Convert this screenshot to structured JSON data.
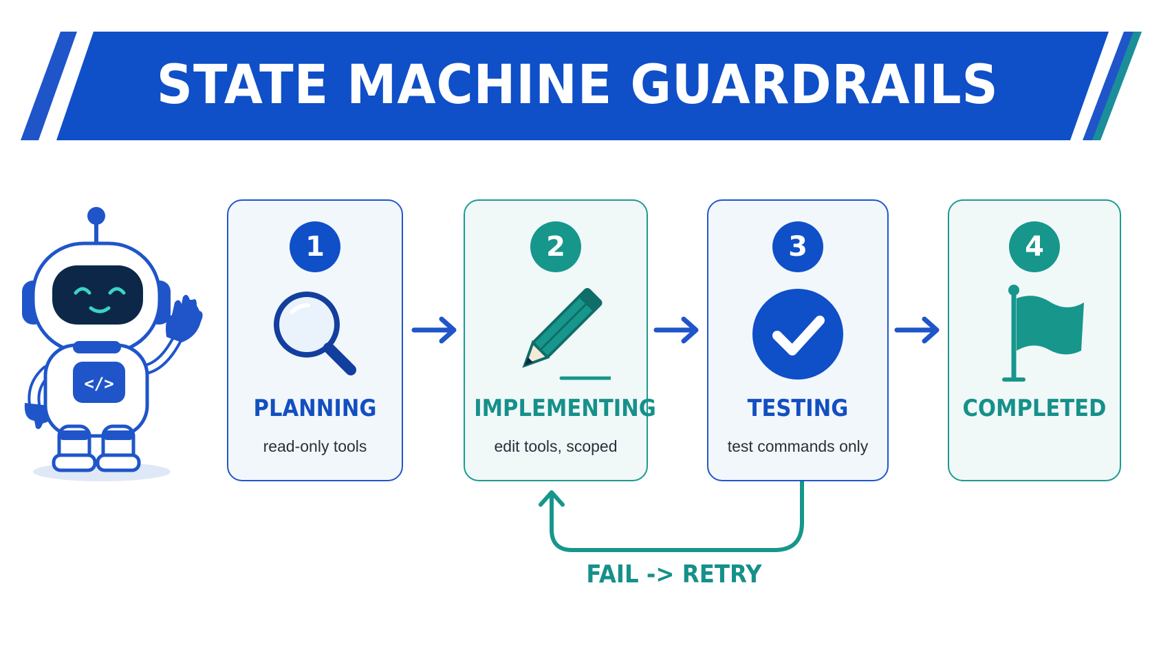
{
  "title": "STATE MACHINE GUARDRAILS",
  "colors": {
    "blue": "#1f55c9",
    "teal": "#1a9a90",
    "banner": "#0f4fc8"
  },
  "robot": {
    "icon": "robot-mascot-icon",
    "chest_symbol": "</>"
  },
  "states": [
    {
      "number": "1",
      "title": "PLANNING",
      "subtitle": "read-only tools",
      "icon": "magnifier-icon",
      "color": "blue"
    },
    {
      "number": "2",
      "title": "IMPLEMENTING",
      "subtitle": "edit tools, scoped",
      "icon": "pencil-icon",
      "color": "teal"
    },
    {
      "number": "3",
      "title": "TESTING",
      "subtitle": "test commands only",
      "icon": "checkmark-icon",
      "color": "blue"
    },
    {
      "number": "4",
      "title": "COMPLETED",
      "subtitle": "",
      "icon": "flag-icon",
      "color": "teal"
    }
  ],
  "loop": {
    "label": "FAIL -> RETRY",
    "from": "TESTING",
    "to": "IMPLEMENTING"
  }
}
